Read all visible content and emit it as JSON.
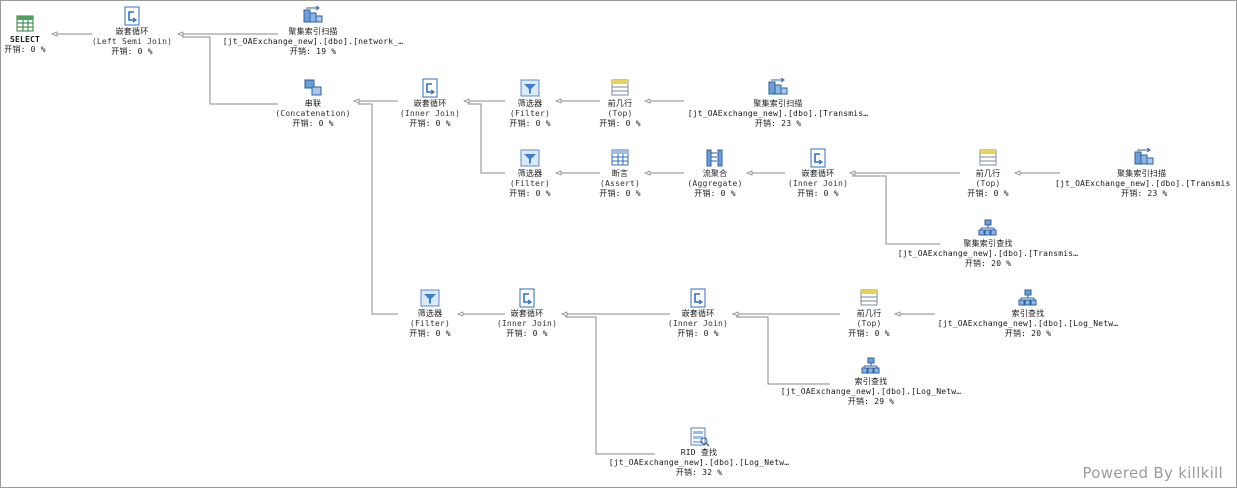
{
  "nodes": [
    {
      "id": "n1",
      "name": "SELECT",
      "op": "",
      "table": "",
      "cost": "开销: 0 %",
      "icon": "select-icon"
    },
    {
      "id": "n2",
      "name": "嵌套循环",
      "op": "(Left Semi Join)",
      "table": "",
      "cost": "开销: 0 %",
      "icon": "nested-loops-icon"
    },
    {
      "id": "n3",
      "name": "聚集索引扫描",
      "op": "",
      "table": "[jt_OAExchange_new].[dbo].[network_…",
      "cost": "开销: 19 %",
      "icon": "clustered-index-scan-icon"
    },
    {
      "id": "n4",
      "name": "串联",
      "op": "(Concatenation)",
      "table": "",
      "cost": "开销: 0 %",
      "icon": "concatenation-icon"
    },
    {
      "id": "n5",
      "name": "嵌套循环",
      "op": "(Inner Join)",
      "table": "",
      "cost": "开销: 0 %",
      "icon": "nested-loops-icon"
    },
    {
      "id": "n6",
      "name": "筛选器",
      "op": "(Filter)",
      "table": "",
      "cost": "开销: 0 %",
      "icon": "filter-icon"
    },
    {
      "id": "n7",
      "name": "前几行",
      "op": "(Top)",
      "table": "",
      "cost": "开销: 0 %",
      "icon": "top-icon"
    },
    {
      "id": "n8",
      "name": "聚集索引扫描",
      "op": "",
      "table": "[jt_OAExchange_new].[dbo].[Transmis…",
      "cost": "开销: 23 %",
      "icon": "clustered-index-scan-icon"
    },
    {
      "id": "n9",
      "name": "筛选器",
      "op": "(Filter)",
      "table": "",
      "cost": "开销: 0 %",
      "icon": "filter-icon"
    },
    {
      "id": "n10",
      "name": "断言",
      "op": "(Assert)",
      "table": "",
      "cost": "开销: 0 %",
      "icon": "assert-icon"
    },
    {
      "id": "n11",
      "name": "流聚合",
      "op": "(Aggregate)",
      "table": "",
      "cost": "开销: 0 %",
      "icon": "stream-aggregate-icon"
    },
    {
      "id": "n12",
      "name": "嵌套循环",
      "op": "(Inner Join)",
      "table": "",
      "cost": "开销: 0 %",
      "icon": "nested-loops-icon"
    },
    {
      "id": "n13",
      "name": "前几行",
      "op": "(Top)",
      "table": "",
      "cost": "开销: 0 %",
      "icon": "top-icon"
    },
    {
      "id": "n14",
      "name": "聚集索引扫描",
      "op": "",
      "table": "[jt_OAExchange_new].[dbo].[Transmis",
      "cost": "开销: 23 %",
      "icon": "clustered-index-scan-icon"
    },
    {
      "id": "n15",
      "name": "聚集索引查找",
      "op": "",
      "table": "[jt_OAExchange_new].[dbo].[Transmis…",
      "cost": "开销: 20 %",
      "icon": "clustered-index-seek-icon"
    },
    {
      "id": "n16",
      "name": "筛选器",
      "op": "(Filter)",
      "table": "",
      "cost": "开销: 0 %",
      "icon": "filter-icon"
    },
    {
      "id": "n17",
      "name": "嵌套循环",
      "op": "(Inner Join)",
      "table": "",
      "cost": "开销: 0 %",
      "icon": "nested-loops-icon"
    },
    {
      "id": "n18",
      "name": "嵌套循环",
      "op": "(Inner Join)",
      "table": "",
      "cost": "开销: 0 %",
      "icon": "nested-loops-icon"
    },
    {
      "id": "n19",
      "name": "前几行",
      "op": "(Top)",
      "table": "",
      "cost": "开销: 0 %",
      "icon": "top-icon"
    },
    {
      "id": "n20",
      "name": "索引查找",
      "op": "",
      "table": "[jt_OAExchange_new].[dbo].[Log_Netw…",
      "cost": "开销: 20 %",
      "icon": "index-seek-icon"
    },
    {
      "id": "n21",
      "name": "索引查找",
      "op": "",
      "table": "[jt_OAExchange_new].[dbo].[Log_Netw…",
      "cost": "开销: 29 %",
      "icon": "index-seek-icon"
    },
    {
      "id": "n22",
      "name": "RID 查找",
      "op": "",
      "table": "[jt_OAExchange_new].[dbo].[Log_Netw…",
      "cost": "开销: 32 %",
      "icon": "rid-lookup-icon"
    }
  ],
  "watermark": "Powered By killkill",
  "colors": {
    "wire": "#7a7a7a",
    "icon_blue": "#2f6fc4",
    "icon_green": "#3c9a4a",
    "icon_yellow": "#e8d35a"
  }
}
